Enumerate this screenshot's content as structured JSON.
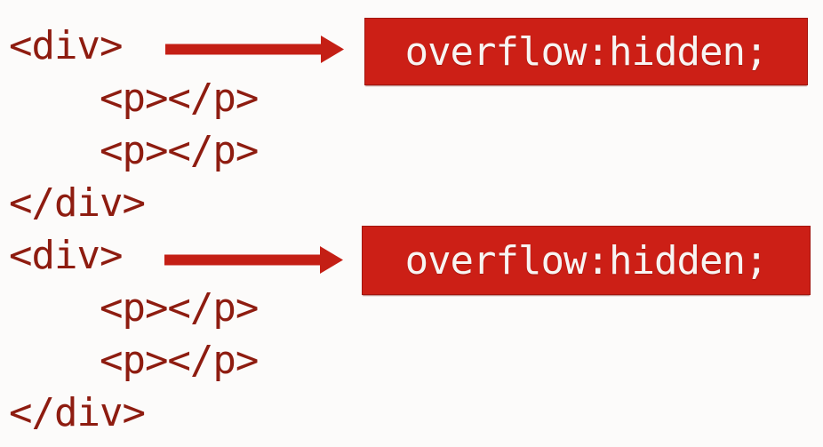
{
  "colors": {
    "background": "#fcfbfa",
    "code_text": "#8e1c10",
    "accent_arrow": "#c41f15",
    "accent_box": "#cc1f16",
    "box_text": "#f8f4f2"
  },
  "code": {
    "lines": [
      "<div>",
      "    <p></p>",
      "    <p></p>",
      "</div>",
      "<div>",
      "    <p></p>",
      "    <p></p>",
      "</div>"
    ]
  },
  "boxes": [
    {
      "label": "overflow:hidden;"
    },
    {
      "label": "overflow:hidden;"
    }
  ],
  "icons": {
    "arrow_1": "arrow-right-icon",
    "arrow_2": "arrow-right-icon"
  }
}
